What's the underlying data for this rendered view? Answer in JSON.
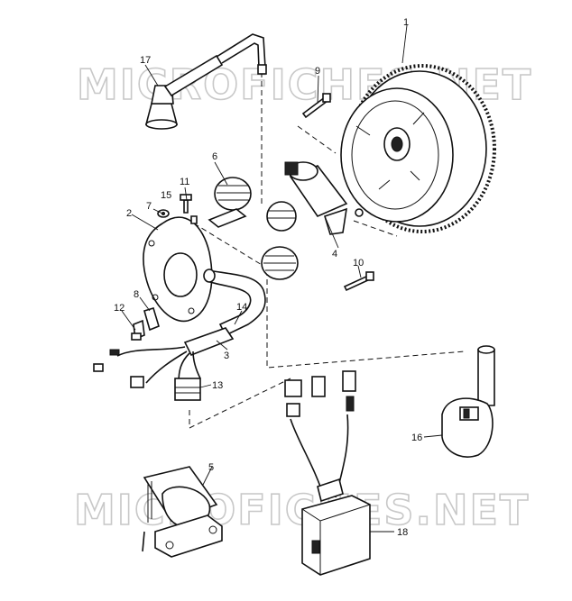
{
  "watermark": {
    "top": "MICROFICHES.NET",
    "bottom": "MICROFICHES.NET"
  },
  "callouts": {
    "c1": "1",
    "c2": "2",
    "c3": "3",
    "c4": "4",
    "c5": "5",
    "c6": "6",
    "c7": "7",
    "c8": "8",
    "c9": "9",
    "c10": "10",
    "c11": "11",
    "c12": "12",
    "c13": "13",
    "c14": "14",
    "c15": "15",
    "c16": "16",
    "c17": "17",
    "c18": "18"
  }
}
